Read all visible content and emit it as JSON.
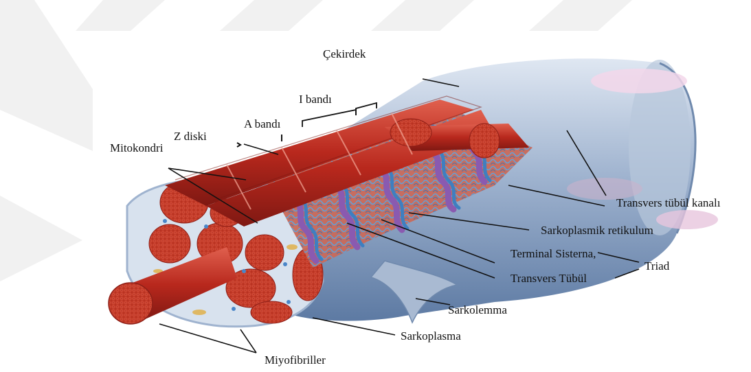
{
  "labels": {
    "nucleus": "Çekirdek",
    "i_band": "I bandı",
    "a_band": "A bandı",
    "z_disc": "Z diski",
    "mitochondria": "Mitokondri",
    "t_tubule_opening": "Transvers tübül kanalı",
    "sarcoplasmic_reticulum": "Sarkoplasmik retikulum",
    "terminal_cisterna": "Terminal Sisterna,",
    "triad": "Triad",
    "transverse_tubule": "Transvers Tübül",
    "sarcolemma": "Sarkolemma",
    "sarcoplasm": "Sarkoplasma",
    "myofibrils": "Miyofibriller"
  },
  "colors": {
    "myofibril": "#c0392b",
    "myofibril_dark": "#8e1f17",
    "membrane": "#8ea6c4",
    "tubule": "#3f7fc0",
    "cisterna": "#8a5ab0",
    "watermark": "#f1f1f1"
  }
}
